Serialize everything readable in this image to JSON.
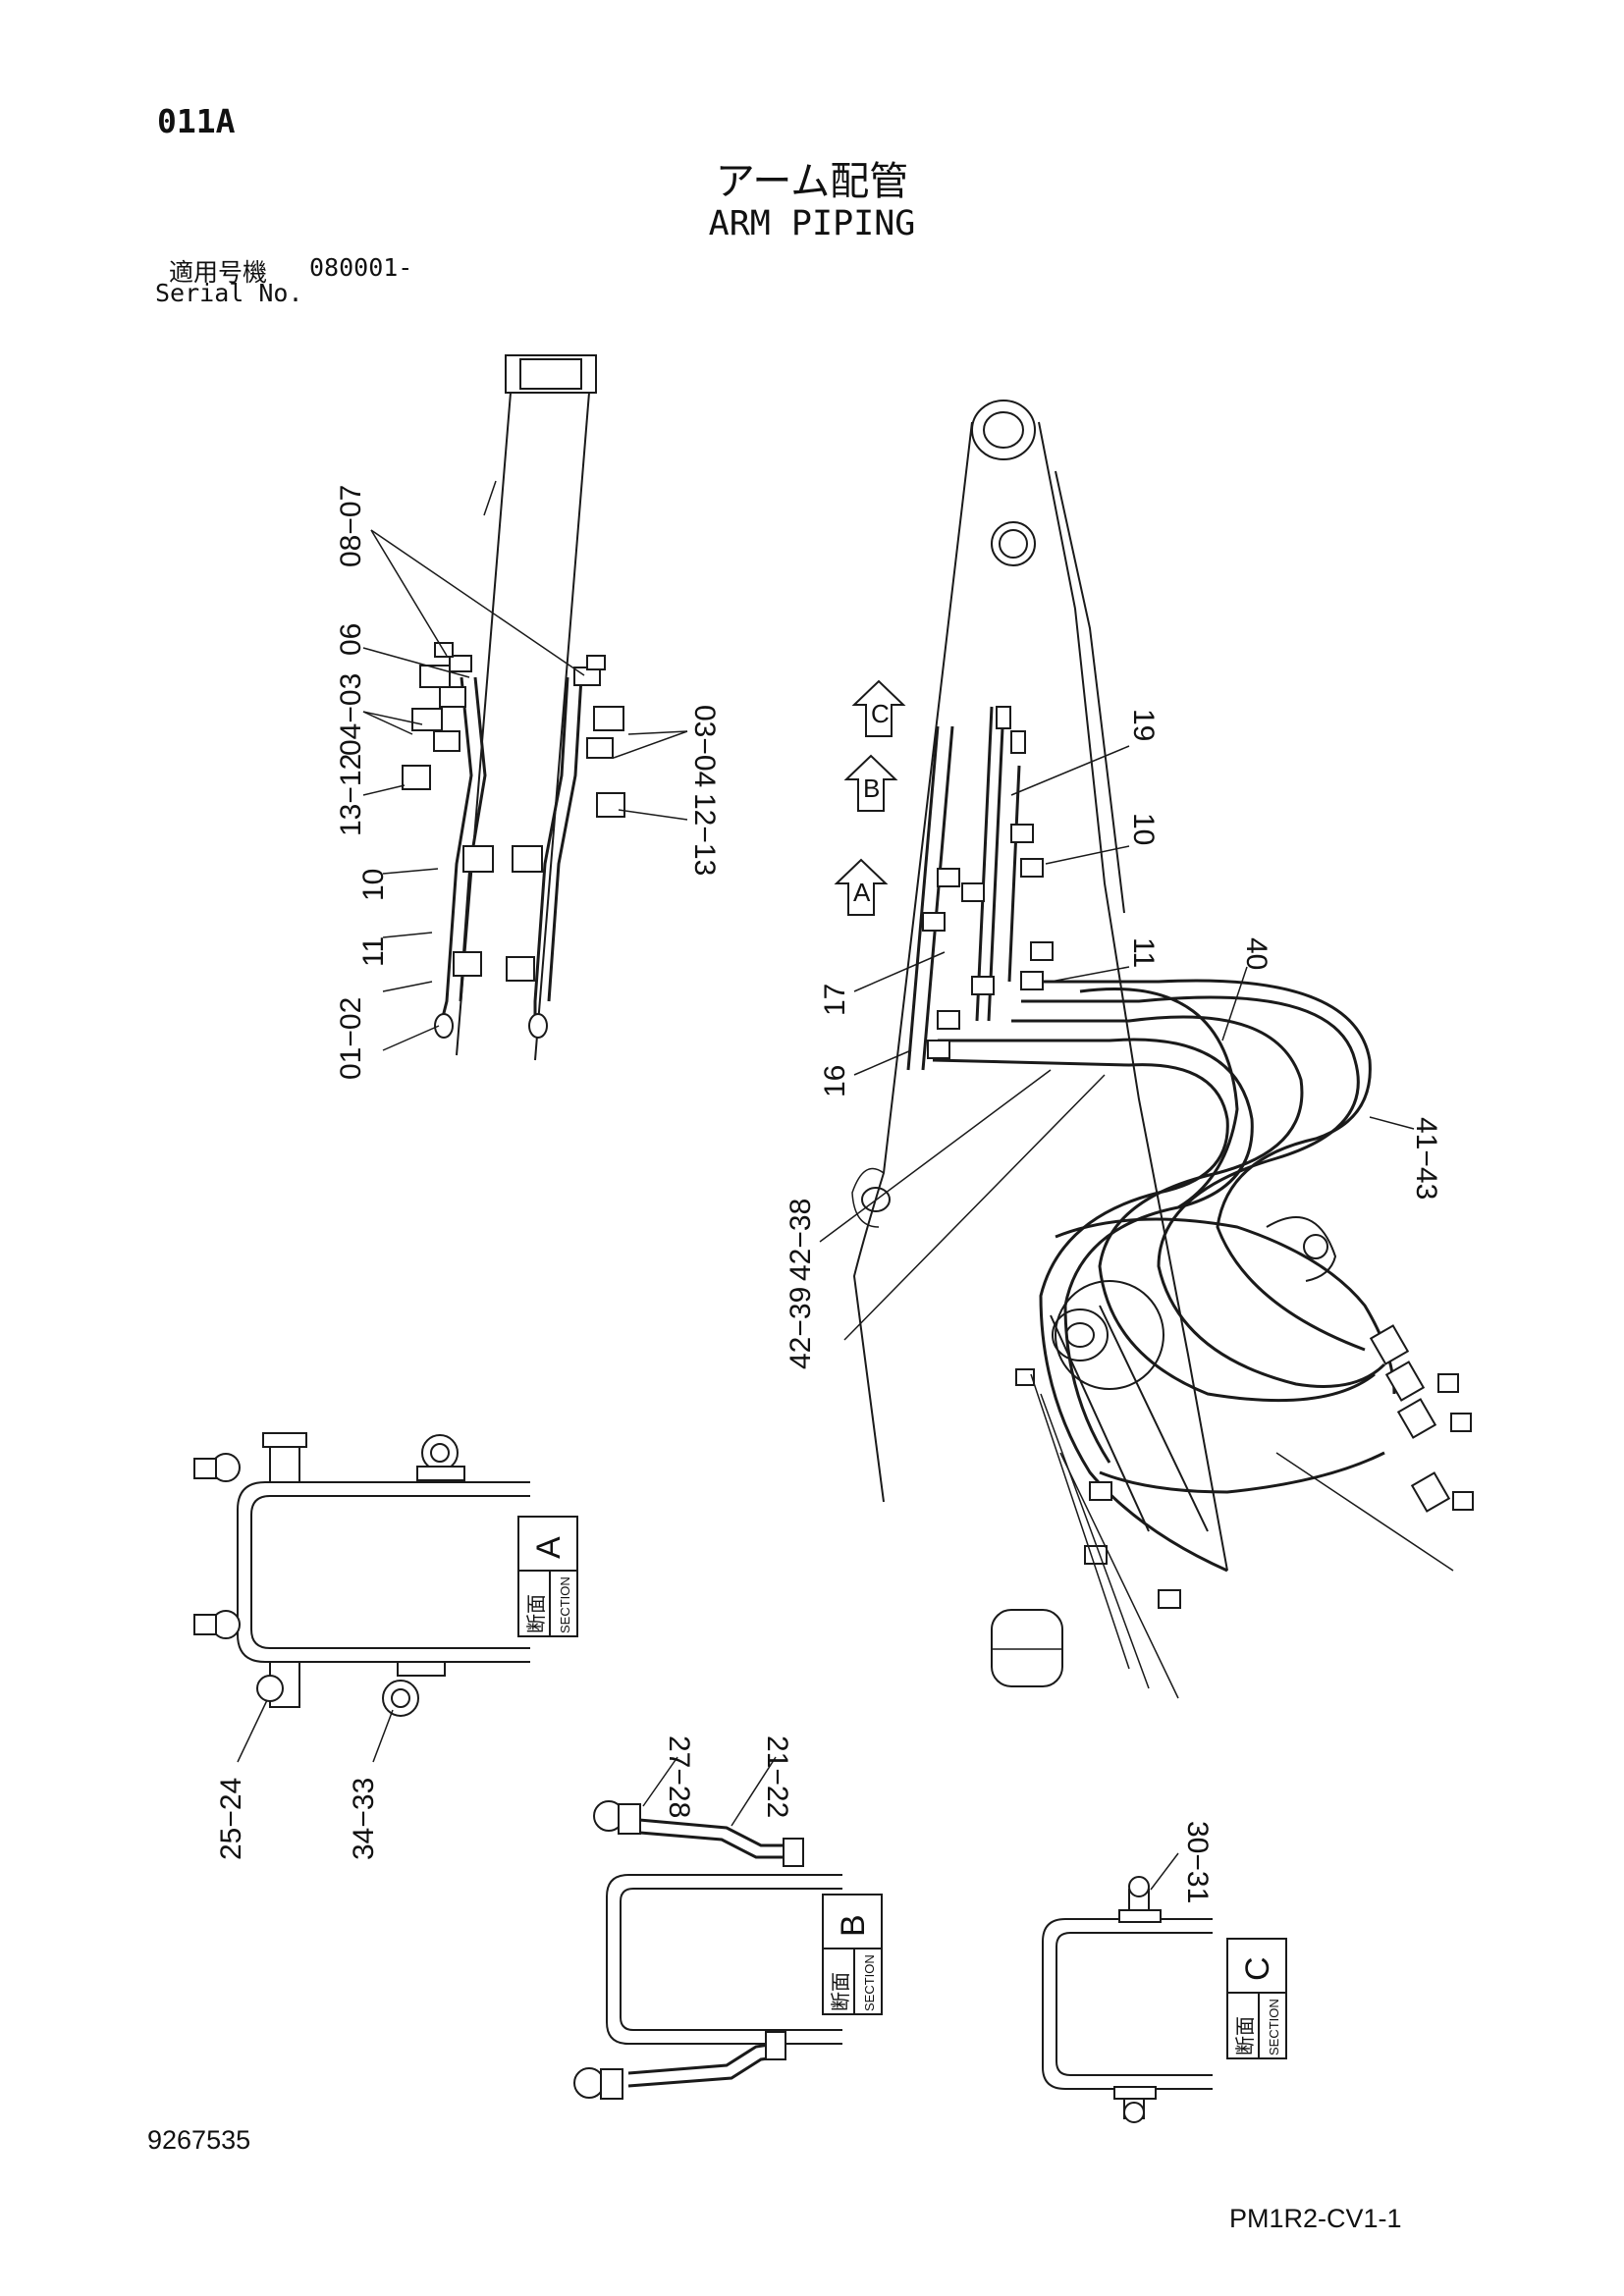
{
  "header": {
    "page_code": "011A",
    "title_jp": "アーム配管",
    "title_en": "ARM PIPING",
    "serial_label_jp": "適用号機",
    "serial_number": "080001-",
    "serial_label_en": "Serial No."
  },
  "callouts": {
    "top_left": {
      "c08_07": "08−07",
      "c06": "06",
      "c04_03": "04−03",
      "c13_12": "13−12",
      "c10": "10",
      "c11": "11",
      "c01_02": "01−02"
    },
    "top_middle": {
      "c03_04": "03−04",
      "c12_13": "12−13"
    },
    "main_arm": {
      "c19": "19",
      "c10": "10",
      "c11": "11",
      "c40": "40",
      "c41_43": "41−43",
      "c17": "17",
      "c16": "16",
      "c42_38": "42−38",
      "c42_39": "42−39"
    },
    "section_a": {
      "c25_24": "25−24",
      "c34_33": "34−33"
    },
    "section_b": {
      "c27_28": "27−28",
      "c21_22": "21−22"
    },
    "section_c": {
      "c30_31": "30−31"
    }
  },
  "view_arrows": {
    "a": "A",
    "b": "B",
    "c": "C"
  },
  "sections": {
    "jp_label": "断面",
    "en_label": "SECTION",
    "a": "A",
    "b": "B",
    "c": "C"
  },
  "footer": {
    "doc_number": "9267535",
    "sheet_code": "PM1R2-CV1-1"
  }
}
